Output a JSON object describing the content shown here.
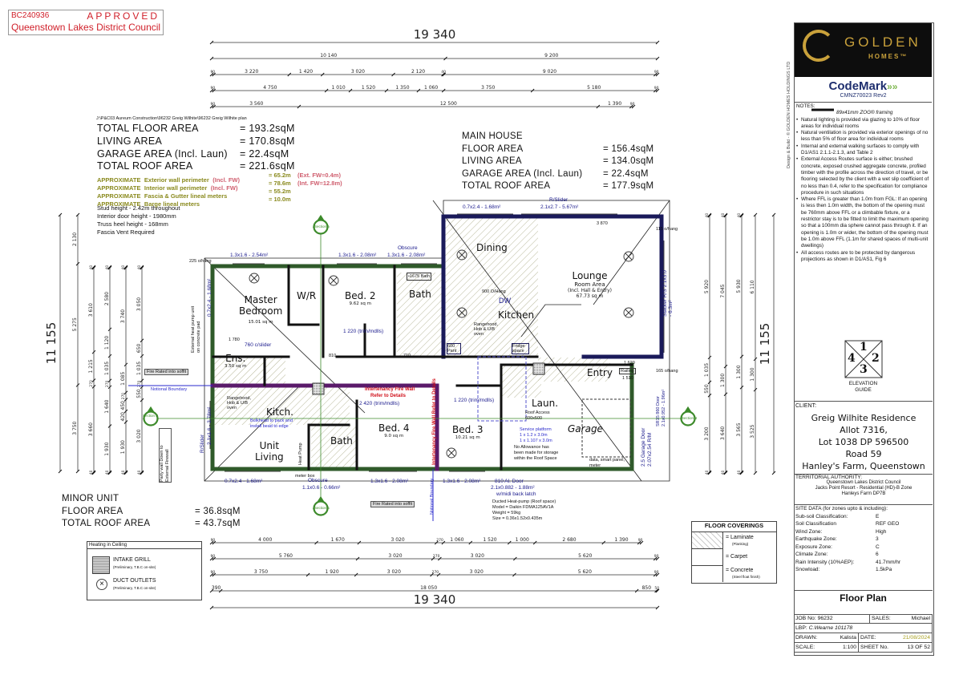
{
  "stamp": {
    "id": "BC240936",
    "status": "APPROVED",
    "council": "Queenstown Lakes District Council"
  },
  "file_path_note": "J:\\P&C03 Aureum Construction\\96232 Greig Wilhite\\96232 Greig Wilhite plan",
  "areas": {
    "total": [
      {
        "label": "TOTAL FLOOR AREA",
        "value": "= 193.2sqM"
      },
      {
        "label": "LIVING AREA",
        "value": "= 170.8sqM"
      },
      {
        "label": "GARAGE AREA (Incl. Laun)",
        "value": "= 22.4sqM"
      },
      {
        "label": "TOTAL ROOF AREA",
        "value": "= 221.6sqM"
      }
    ],
    "approx": [
      {
        "label": "APPROXIMATE",
        "desc": "Exterior wall perimeter",
        "note": "(Incl. FW)",
        "value": "= 65.2m",
        "extra": "(Ext. FW=0.4m)"
      },
      {
        "label": "APPROXIMATE",
        "desc": "Interior wall perimeter",
        "note": "(Incl. FW)",
        "value": "= 78.6m",
        "extra": "(Int. FW=12.8m)"
      },
      {
        "label": "APPROXIMATE",
        "desc": "Fascia & Gutter lineal meters",
        "note": "",
        "value": "= 55.2m",
        "extra": ""
      },
      {
        "label": "APPROXIMATE",
        "desc": "Barge lineal meters",
        "note": "",
        "value": "= 10.0m",
        "extra": ""
      }
    ],
    "specs": [
      "Stud height - 2.42m throughout",
      "Interior door height - 1980mm",
      "Truss heel height - 168mm",
      "Fascia Vent Required"
    ],
    "main_house": {
      "title": "MAIN HOUSE",
      "rows": [
        {
          "label": "FLOOR AREA",
          "value": "= 156.4sqM"
        },
        {
          "label": "LIVING AREA",
          "value": "= 134.0sqM"
        },
        {
          "label": "GARAGE AREA (Incl. Laun)",
          "value": "= 22.4sqM"
        },
        {
          "label": "TOTAL ROOF AREA",
          "value": "= 177.9sqM"
        }
      ]
    },
    "minor_unit": {
      "title": "MINOR UNIT",
      "rows": [
        {
          "label": "FLOOR AREA",
          "value": "= 36.8sqM"
        },
        {
          "label": "TOTAL ROOF AREA",
          "value": "= 43.7sqM"
        }
      ]
    }
  },
  "dimensions": {
    "top": [
      [
        "19 340"
      ],
      [
        "10 140",
        "9 200"
      ],
      [
        "90",
        "3 220",
        "1 420",
        "3 020",
        "2 120",
        "40",
        "9 020",
        "90"
      ],
      [
        "90",
        "4 750",
        "1 010",
        "1 520",
        "1 350",
        "1 060",
        "3 750",
        "5 180",
        "90"
      ],
      [
        "90",
        "3 560",
        "12 500",
        "1 390",
        "90"
      ]
    ],
    "bottom": [
      [
        "90",
        "4 000",
        "1 670",
        "3 020",
        "270",
        "1 060",
        "1 520",
        "1 000",
        "2 680",
        "1 390",
        "90"
      ],
      [
        "90",
        "5 760",
        "3 020",
        "270",
        "3 020",
        "5 620",
        "90"
      ],
      [
        "90",
        "3 750",
        "1 920",
        "3 020",
        "270",
        "3 020",
        "5 620",
        "90"
      ],
      [
        "390",
        "18 050",
        "850",
        "50"
      ],
      [
        "19 340"
      ]
    ],
    "left": [
      [
        "11 155"
      ],
      [
        "2 130",
        "5 275",
        "3 750"
      ],
      [
        "40",
        "3 610",
        "1 215",
        "270",
        "3 660",
        "40"
      ],
      [
        "40",
        "2 580",
        "1 120",
        "1 035",
        "270",
        "1 640",
        "1 930",
        "40"
      ],
      [
        "40",
        "3 740",
        "1 085",
        "270",
        "450",
        "420",
        "1 930",
        "40"
      ],
      [
        "40",
        "3 050",
        "650",
        "1 035",
        "270",
        "550",
        "3 020",
        "40"
      ]
    ],
    "right": [
      [
        "40",
        "5 920",
        "1 035",
        "550",
        "3 200",
        "40"
      ],
      [
        "40",
        "7 045",
        "1 300",
        "3 640",
        "40"
      ],
      [
        "40",
        "5 930",
        "1 300",
        "3 565",
        "40"
      ],
      [
        "6 110",
        "1 300",
        "3 525"
      ],
      [
        "11 155"
      ]
    ]
  },
  "rooms": {
    "master": {
      "name": "Master",
      "name2": "Bedroom",
      "area": "15.01 sq m"
    },
    "wr": {
      "name": "W/R"
    },
    "bed2": {
      "name": "Bed. 2",
      "area": "9.62 sq m"
    },
    "bath": {
      "name": "Bath"
    },
    "dining": {
      "name": "Dining"
    },
    "lounge": {
      "name": "Lounge",
      "sub": "Room Area",
      "sub2": "(Incl. Hall & Entry)",
      "area": "67.73 sq m"
    },
    "kitchen": {
      "name": "Kitchen"
    },
    "entry": {
      "name": "Entry"
    },
    "ens": {
      "name": "Ens.",
      "area": "3.50 sq m"
    },
    "kitch": {
      "name": "Kitch."
    },
    "unit_living": {
      "name": "Unit",
      "name2": "Living"
    },
    "bath2": {
      "name": "Bath"
    },
    "bed4": {
      "name": "Bed. 4",
      "area": "9.0 sq m"
    },
    "bed3": {
      "name": "Bed. 3",
      "area": "10.21 sq m"
    },
    "laun": {
      "name": "Laun."
    },
    "garage": {
      "name": "Garage"
    }
  },
  "annotations": {
    "win_master": "1.3x1.6 - 2.54m²",
    "win_bed2": "1.3x1.6 - 2.08m²",
    "obscure_top": "Obscure",
    "win_bath": "1.3x1.6 - 2.08m²",
    "win_dining": "0.7x2.4 - 1.68m²",
    "rslider": "R/Slider",
    "win_lounge": "2.1x2.7 - 5.67m²",
    "stacker": "Stacker R/S  2.1x3.0 - 6.3m²",
    "win_unit": "0.7x2.4 - 1.68m²",
    "obscure_bot": "Obscure",
    "win_bath2": "1.1x0.6 - 0.66m²",
    "win_bed4": "1.3x1.6 - 2.08m²",
    "win_bed3": "1.3x1.6 - 2.08m²",
    "al_door": "810 Al. Door",
    "al_door_size": "2.1x0.882 - 1.88m²",
    "al_door_latch": "w/midi back latch",
    "win_west": "2.1x1.6 - 3.78m²",
    "win_west2": "0.7x2.4 - 1.68m²",
    "rslider_west": "R/Slider",
    "bath_tub": "•1675 Bath",
    "trim1": "1 220 (trim/mdlls)",
    "trim2": "2 420 (trim/mdlls)",
    "trim3": "1 220 (trim/mdlls)",
    "slider": "760 c/slider",
    "fire_wall_1": "Intertenancy Fire Wall",
    "fire_wall_2": "Refer to Details",
    "fire_wall_v": "Intertenancy Fire Wall Refer to Details",
    "fire_soffit_1": "Fire Rated into soffit",
    "fire_soffit_2": "Fire Rated into soffit",
    "notional_1": "Notional Boundary",
    "notional_2": "Notional Boundary",
    "ext_heat_pump": "External heat pump unit on concrete pad",
    "party_wall": "Party wall Down to External Firewall",
    "heat_pump_label": "Heat Pump",
    "meter_box": "meter box",
    "bulkhead": "Bulkhead to pack and install bead to edge",
    "roof_access": "Roof Access",
    "roof_access_size": "600x500",
    "service_platform": "Service platform",
    "sp1": "1 x 1.2 x 3.0m",
    "sp2": "1 x 1.107 x 3.0m",
    "no_allow_1": "No Allowance has",
    "no_allow_2": "been made for storage",
    "no_allow_3": "within the Roof Space",
    "ducted_1": "Ducted Heat-pump (Roof space)",
    "ducted_2": "Model = Daikin FDMA125AV1A",
    "ducted_3": "Weight = 59kg",
    "ducted_4": "Size = 0.36x1.52x0.435m",
    "garage_door": "2.5 Garage Door 2.07x2.54 R/M",
    "sr_door": "SR15 860 Door 2.1x0.952 - 1.96m²",
    "data_panel": "data, smart panel, meter",
    "kitchen_note": "Rangehood, Hob & U/B oven",
    "kitch_note2": "Rangehood, Hob & U/B oven",
    "pant": "600 Pant",
    "fridge": "Fridge space",
    "island": "900 O/Hang",
    "dw": "DW",
    "ohang_1": "115 o/hang",
    "ohang_2": "165 o/hang",
    "ohang_3": "225 o/hang",
    "railing": "Railing",
    "dim_1620": "1 620",
    "dim_1510": "1 510",
    "dim_3870": "3 870",
    "dim_1780": "1 780",
    "door_810": "810",
    "door_710": "710",
    "section_a": "Section A",
    "section_b": "Section B"
  },
  "heating_legend": {
    "title": "Heating in Ceiling",
    "intake": "INTAKE GRILL",
    "intake_note": "(Preliminary, T.B.C on-site)",
    "outlets": "DUCT OUTLETS",
    "outlets_note": "(Preliminary, T.B.C on-site)"
  },
  "floor_coverings": {
    "title": "FLOOR COVERINGS",
    "items": [
      {
        "label": "= Laminate",
        "note": "(Planking)"
      },
      {
        "label": "= Carpet",
        "note": ""
      },
      {
        "label": "= Concrete",
        "note": "(Steel float finish)"
      }
    ]
  },
  "title_block": {
    "brand": "GOLDEN",
    "brand2": "HOMES™",
    "codemark": "CodeMark",
    "codemark_id": "CMNZ70023 Rev2",
    "side_text": "Design & Build - © GOLDEN HOMES HOLDINGS LTD",
    "notes_title": "NOTES:",
    "framing": "89x41mm ZOG® framing",
    "notes": [
      "Natural lighting is provided via glazing to 10% of floor areas for individual rooms",
      "Natural ventilation is provided via exterior openings of no less than 5% of floor area for individual rooms",
      "Internal and external walking surfaces to comply with D1/AS1 2.1.1-2.1.3, and Table 2",
      "External Access Routes surface is either; brushed concrete, exposed crushed aggregate concrete, profiled timber with the profile across the direction of travel, or be flooring selected by the client with a wet slip coefficient of no less than 0.4, refer to the specification for compliance procedure in such situations",
      "Where FFL is greater than 1.0m from FGL: If an opening is less then 1.0m width, the bottom of the opening must be 760mm above FFL or a climbable fixture, or a restrictor stay is to be fitted to limit the maximum opening so that a 100mm dia sphere cannot pass through it. If an opening is 1.0m or wider, the bottom of the opening must be 1.0m above FFL (1.1m for shared spaces of multi-unit dwellings)",
      "All access routes are to be protected by dangerous projections as shown in D1/AS1, Fig 6"
    ],
    "elevation": {
      "n1": "1",
      "n2": "2",
      "n3": "3",
      "n4": "4",
      "label": "ELEVATION",
      "label2": "GUIDE"
    },
    "client_label": "CLIENT:",
    "client": [
      "Greig Wilhite Residence",
      "Allot 7316,",
      "Lot 1038 DP 596500",
      "Road 59",
      "Hanley's Farm, Queenstown"
    ],
    "ta_label": "TERRITORIAL AUTHORITY:",
    "ta": [
      "Queenstown Lakes District Council",
      "Jacks Point Resort - Residential (HD)-B Zone",
      "Hanleys Farm DP7B"
    ],
    "site_label": "SITE DATA (for zones upto & including):",
    "site": [
      {
        "k": "Sub-soil Classification:",
        "v": "E"
      },
      {
        "k": "Soil Classification",
        "v": "REF GEO"
      },
      {
        "k": "Wind Zone:",
        "v": "High"
      },
      {
        "k": "Earthquake Zone:",
        "v": "3"
      },
      {
        "k": "Exposure Zone:",
        "v": "C"
      },
      {
        "k": "Climate Zone:",
        "v": "6"
      },
      {
        "k": "Rain Intensity (10%AEP):",
        "v": "41.7mm/hr"
      },
      {
        "k": "Snowload:",
        "v": "1.5kPa"
      }
    ],
    "sheet_title": "Floor Plan",
    "job_label": "JOB No:",
    "job": "96232",
    "sales_label": "SALES:",
    "sales": "Michael",
    "lbp_label": "LBP:",
    "lbp": "C.Wearne 101178",
    "drawn_label": "DRAWN:",
    "drawn": "Kalista",
    "date_label": "DATE:",
    "date": "21/08/2024",
    "scale_label": "SCALE:",
    "scale": "1:100",
    "sheet_label": "SHEET No.",
    "sheet": "13 OF 52"
  },
  "colors": {
    "stamp": "#d0202a",
    "olive": "#8a8a1e",
    "navy": "#1a1a5a",
    "green": "#2f5a2a",
    "firewall": "#5a1a6a",
    "window_text": "#1a1a8c",
    "gold": "#c9a13b"
  }
}
